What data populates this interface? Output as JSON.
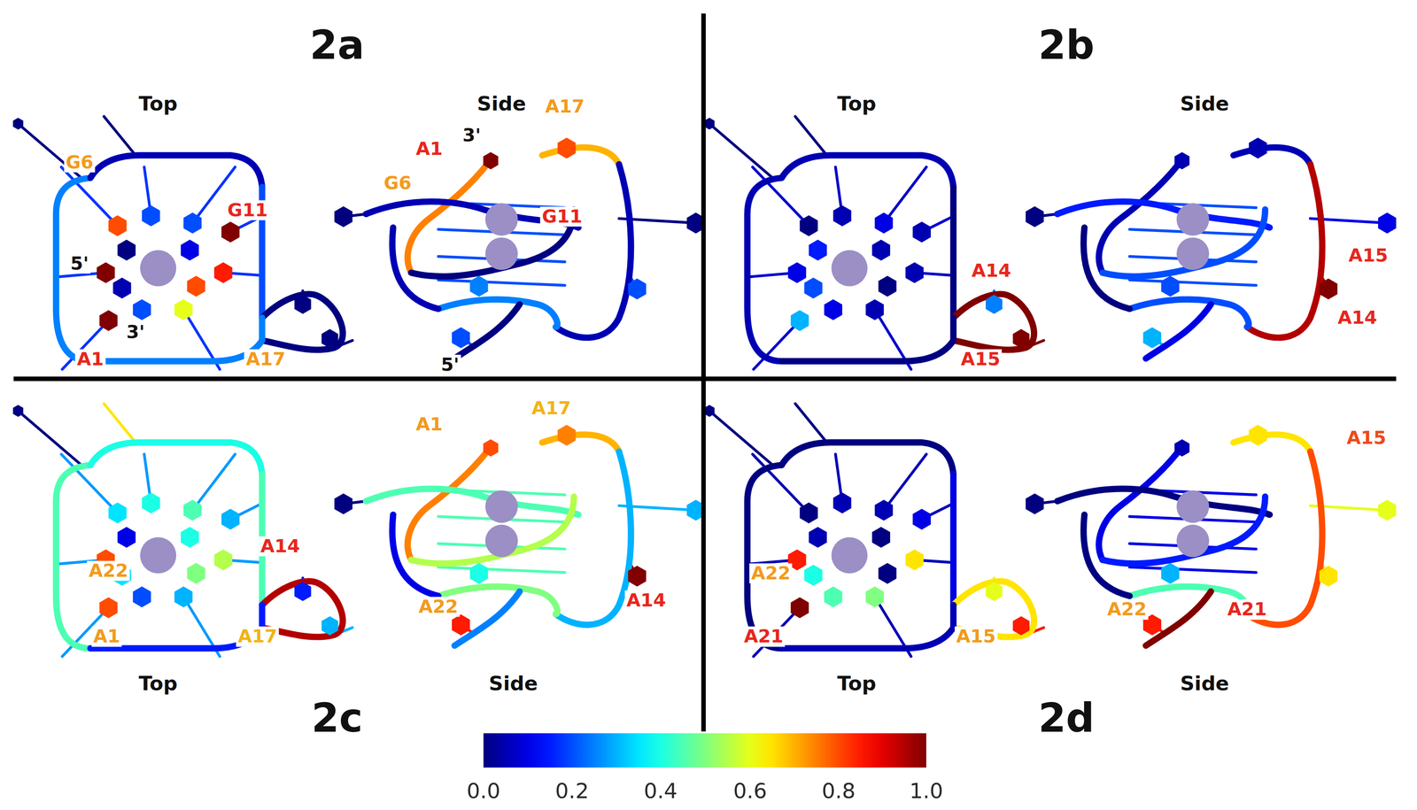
{
  "diagram": {
    "labels": [
      "2a",
      "Top",
      "Side",
      "G6",
      "G11",
      "5'",
      "3'",
      "A1",
      "A17",
      "A1",
      "3'",
      "A17",
      "G6",
      "G11",
      "5'",
      "2b",
      "Top",
      "Side",
      "A14",
      "A15",
      "A15",
      "A14",
      "A22",
      "A14",
      "A1",
      "A17",
      "A1",
      "A17",
      "A22",
      "A14",
      "Top",
      "Side",
      "2c",
      "A22",
      "A21",
      "A15",
      "A15",
      "A22",
      "A21",
      "Top",
      "Side",
      "2d",
      "0.0",
      "0.2",
      "0.4",
      "0.6",
      "0.8",
      "1.0"
    ]
  }
}
